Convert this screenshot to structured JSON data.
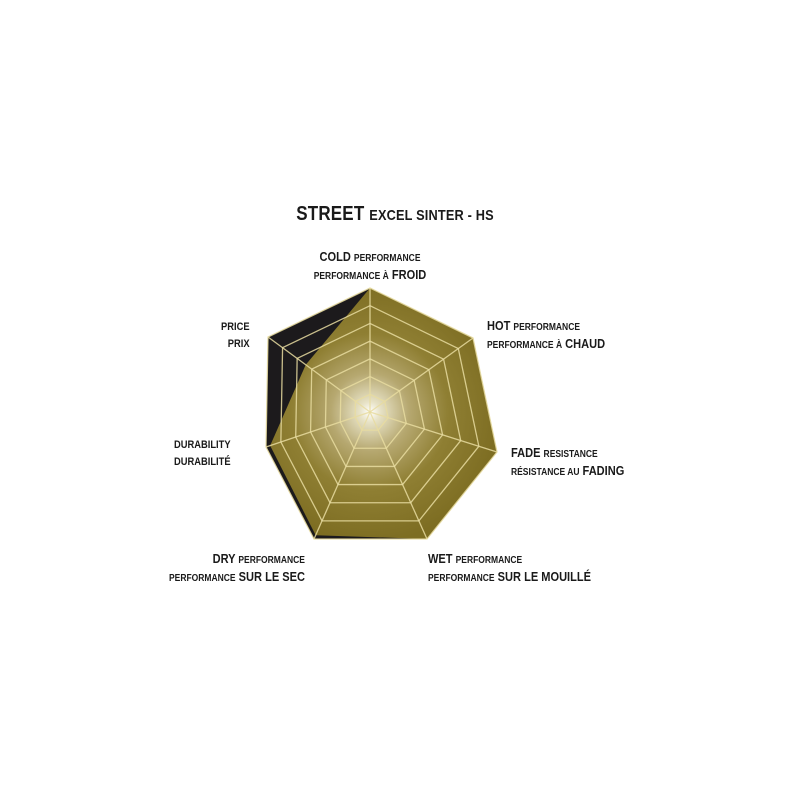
{
  "title": {
    "main": "STREET",
    "sub": "Excel Sinter - HS"
  },
  "chart_data": {
    "type": "radar",
    "title": "STREET Excel Sinter - HS",
    "axes": [
      {
        "en": "COLD Performance",
        "fr": "Performance à FROID"
      },
      {
        "en": "HOT Performance",
        "fr": "Performance à CHAUD"
      },
      {
        "en": "FADE Resistance",
        "fr": "Résistance au FADING"
      },
      {
        "en": "WET Performance",
        "fr": "Performance SUR LE MOUILLÉ"
      },
      {
        "en": "DRY Performance",
        "fr": "Performance SUR LE SEC"
      },
      {
        "en": "Durability",
        "fr": "Durabilité"
      },
      {
        "en": "Price",
        "fr": "Prix"
      }
    ],
    "categories": [
      "COLD",
      "HOT",
      "FADE",
      "WET",
      "DRY",
      "DURABILITY",
      "PRICE"
    ],
    "series": [
      {
        "name": "Excel Sinter - HS",
        "values": [
          10,
          10,
          10,
          10,
          9.7,
          9.6,
          6.3
        ],
        "color": "#8a7a2a"
      }
    ],
    "scale": [
      0,
      10
    ],
    "rings": 7,
    "background_color": "#1c1a1c",
    "grid_color": "#e8dca0"
  },
  "labels": {
    "cold": {
      "line1_big": "COLD",
      "line1_small": "Performance",
      "line2_small": "Performance à",
      "line2_big": "FROID"
    },
    "hot": {
      "line1_big": "HOT",
      "line1_small": "Performance",
      "line2_small": "Performance à",
      "line2_big": "CHAUD"
    },
    "fade": {
      "line1_big": "FADE",
      "line1_small": "Resistance",
      "line2_small": "Résistance au",
      "line2_big": "FADING"
    },
    "wet": {
      "line1_big": "WET",
      "line1_small": "Performance",
      "line2_small": "Performance",
      "line2_big": "SUR LE MOUILLÉ"
    },
    "dry": {
      "line1_big": "DRY",
      "line1_small": "Performance",
      "line2_small": "Performance",
      "line2_big": "SUR LE SEC"
    },
    "durability": {
      "line1_small": "Durability",
      "line2_small": "Durabilité"
    },
    "price": {
      "line1_small": "Price",
      "line2_small": "Prix"
    }
  }
}
